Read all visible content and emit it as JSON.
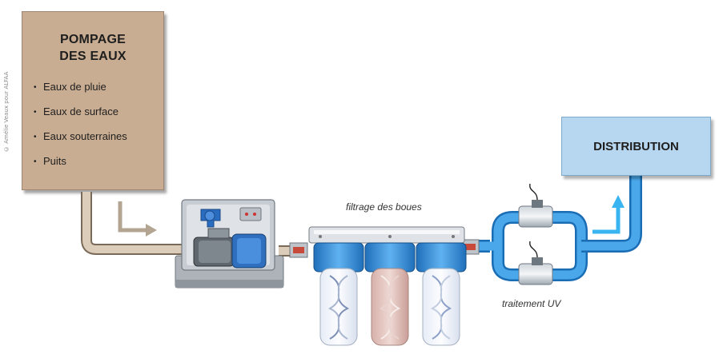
{
  "credit": "© Amélie Veaux pour ALFAA",
  "source": {
    "title_line1": "POMPAGE",
    "title_line2": "DES EAUX",
    "items": [
      "Eaux de pluie",
      "Eaux de surface",
      "Eaux souterraines",
      "Puits"
    ]
  },
  "filter_label": "filtrage des boues",
  "uv_label": "traitement UV",
  "distribution_label": "DISTRIBUTION",
  "colors": {
    "source_box": "#c9ad92",
    "raw_pipe": "#d8c9b5",
    "clean_pipe": "#43a6e8",
    "distribution_box": "#b7d7f0",
    "pump": "#2f6fbd",
    "filter_housing": "#3a8fd9"
  },
  "icons": [
    "pump-icon",
    "filter-cartridge-icon",
    "uv-lamp-icon",
    "flow-arrow-icon"
  ]
}
